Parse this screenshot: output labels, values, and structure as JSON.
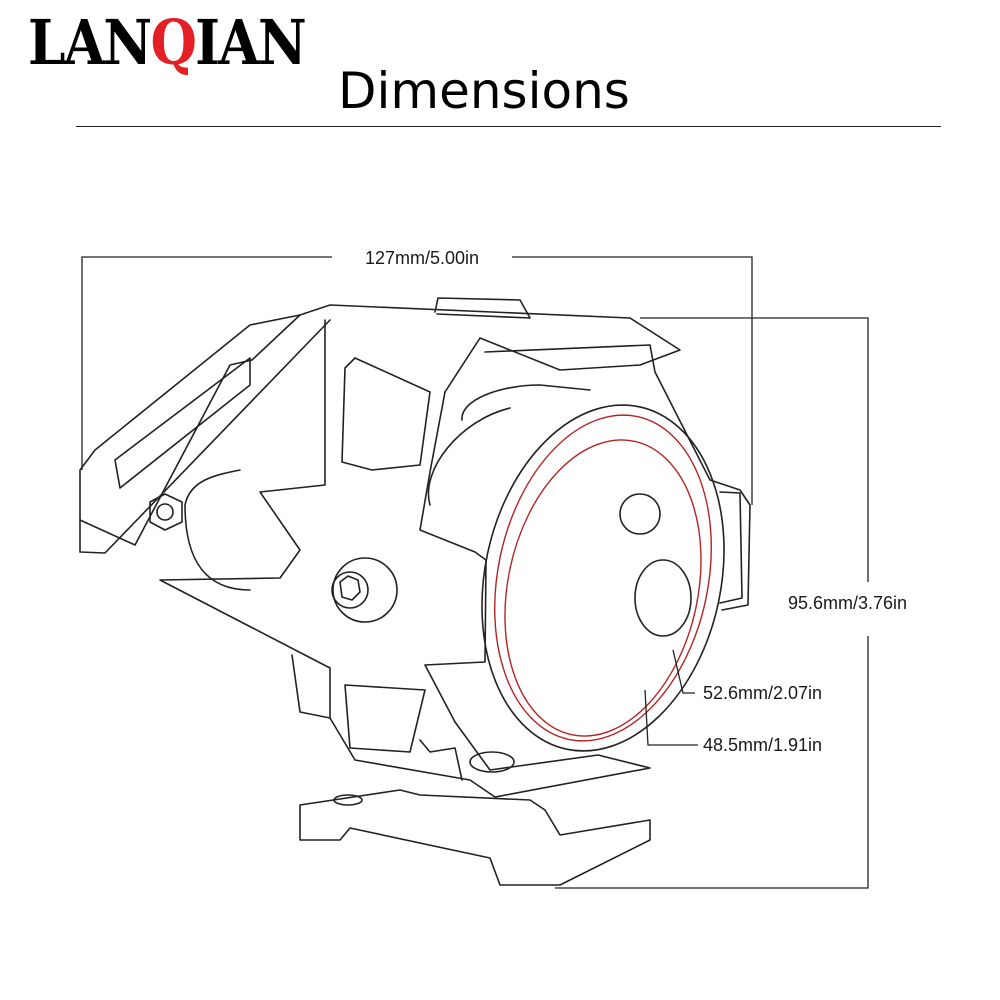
{
  "brand": {
    "name_part1": "LAN",
    "name_highlight": "Q",
    "name_part2": "IAN",
    "highlight_color": "#e41f26"
  },
  "title": "Dimensions",
  "dimensions": {
    "width": "127mm/5.00in",
    "height": "95.6mm/3.76in",
    "outer_ring_diameter": "52.6mm/2.07in",
    "inner_ring_diameter": "48.5mm/1.91in"
  },
  "colors": {
    "line": "#222222",
    "ring": "#b52424"
  }
}
